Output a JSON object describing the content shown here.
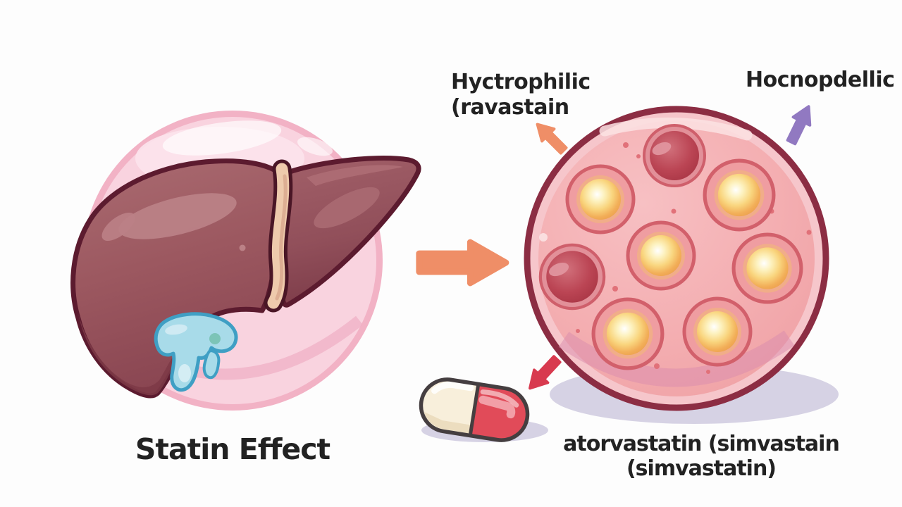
{
  "labels": {
    "title": "Statin Effect",
    "hydrophilic": {
      "line1": "Hyctrophilic",
      "line2": "(ravastain"
    },
    "lipophilic": {
      "text": "Hocnopdellic"
    },
    "statins": {
      "line1": "atorvastatin (simvastain",
      "line2": "(simvastatin)"
    }
  },
  "colors": {
    "text": "#222222",
    "arrow_orange": "#ef8e67",
    "arrow_purple": "#9179c1",
    "arrow_red": "#d83a4f",
    "liver_outline": "#5c1b2f",
    "liver_ligament": "#eecaac",
    "halo_pink": "#f9d3df",
    "cell_outline": "#8c2d43",
    "cell_body": "#f3a8ac",
    "vesicle_ring": "#d2606b",
    "vesicle_glow": "#f8cf75",
    "nucleus_red": "#b23a4b",
    "bile_blue": "#a8dbe9",
    "pill_cream": "#f8efdb",
    "pill_red": "#e14b59",
    "shadow_lavender": "#d6d2e4"
  }
}
